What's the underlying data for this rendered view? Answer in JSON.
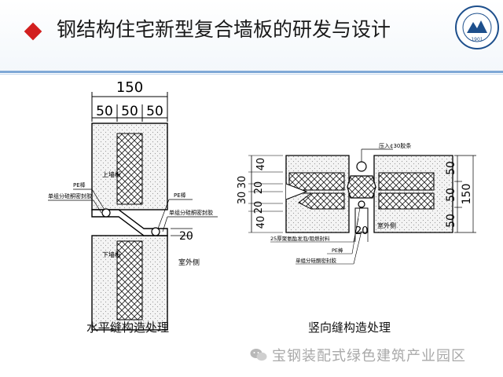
{
  "slide": {
    "title": "钢结构住宅新型复合墙板的研发与设计",
    "logo_year": "1901"
  },
  "left_figure": {
    "dim_total": "150",
    "dim_parts": [
      "50",
      "50",
      "50"
    ],
    "label_upper": "上墙板",
    "label_lower": "下墙板",
    "label_pe_left": "PE棒",
    "label_sealant_left": "单组分硅酮密封胶",
    "label_pe_right": "PE棒",
    "label_sealant_right": "单组分硅酮密封胶",
    "label_outdoor": "室外侧",
    "dim_gap": "20",
    "caption": "水平缝构造处理"
  },
  "right_figure": {
    "label_top": "压入¢30胶条",
    "dims_left": [
      "40",
      "30",
      "20",
      "30",
      "20",
      "40"
    ],
    "dims_right_small": [
      "50",
      "50",
      "50"
    ],
    "dim_right_total": "150",
    "dim_gap": "20",
    "label_outdoor": "室外侧",
    "label_foam": "25厚聚氨酯发泡/阻燃封料",
    "label_pe": "PE棒",
    "label_sealant": "单组分硅酮密封胶",
    "caption": "竖向缝构造处理"
  },
  "watermark": {
    "text": "宝钢装配式绿色建筑产业园区"
  }
}
